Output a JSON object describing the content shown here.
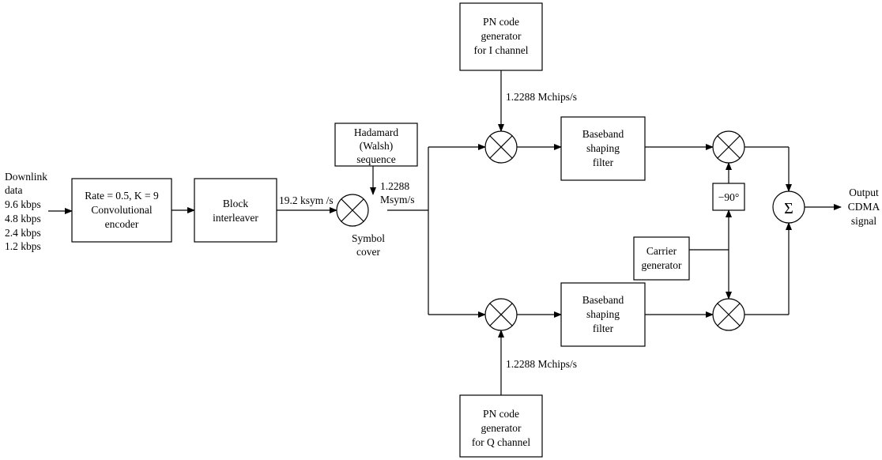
{
  "input": {
    "lines": [
      "Downlink",
      "data",
      "9.6 kbps",
      "4.8 kbps",
      "2.4 kbps",
      "1.2 kbps"
    ]
  },
  "blocks": {
    "encoder": [
      "Rate = 0.5, K = 9",
      "Convolutional",
      "encoder"
    ],
    "interleaver": [
      "Block",
      "interleaver"
    ],
    "walsh": [
      "Hadamard",
      "(Walsh)",
      "sequence"
    ],
    "pn_i": [
      "PN code",
      "generator",
      "for I channel"
    ],
    "pn_q": [
      "PN code",
      "generator",
      "for Q channel"
    ],
    "filter_i": [
      "Baseband",
      "shaping",
      "filter"
    ],
    "filter_q": [
      "Baseband",
      "shaping",
      "filter"
    ],
    "carrier": [
      "Carrier",
      "generator"
    ],
    "phase_shift": "−90°",
    "summer_symbol": "Σ"
  },
  "labels": {
    "symbol_rate": "19.2 ksym /s",
    "walsh_rate": [
      "1.2288",
      "Msym/s"
    ],
    "pn_i_rate": "1.2288 Mchips/s",
    "pn_q_rate": "1.2288 Mchips/s",
    "symbol_cover": [
      "Symbol",
      "cover"
    ],
    "output": [
      "Output",
      "CDMA",
      "signal"
    ]
  }
}
